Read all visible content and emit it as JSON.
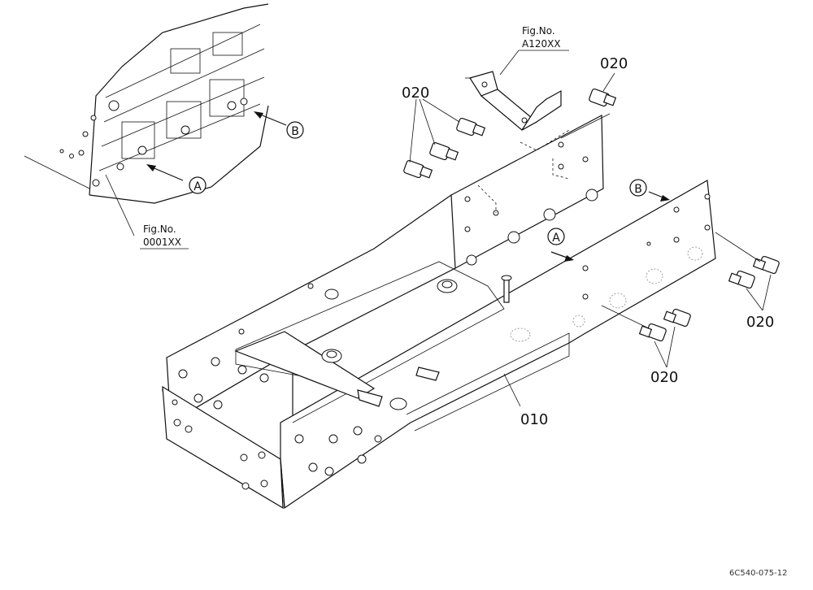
{
  "labels": {
    "part_010": "010",
    "part_020": "020",
    "fig_top_1": "Fig.No.",
    "fig_top_2": "A120XX",
    "fig_left_1": "Fig.No.",
    "fig_left_2": "0001XX",
    "marker_a": "A",
    "marker_b": "B",
    "drawing_code": "6C540-075-12"
  }
}
